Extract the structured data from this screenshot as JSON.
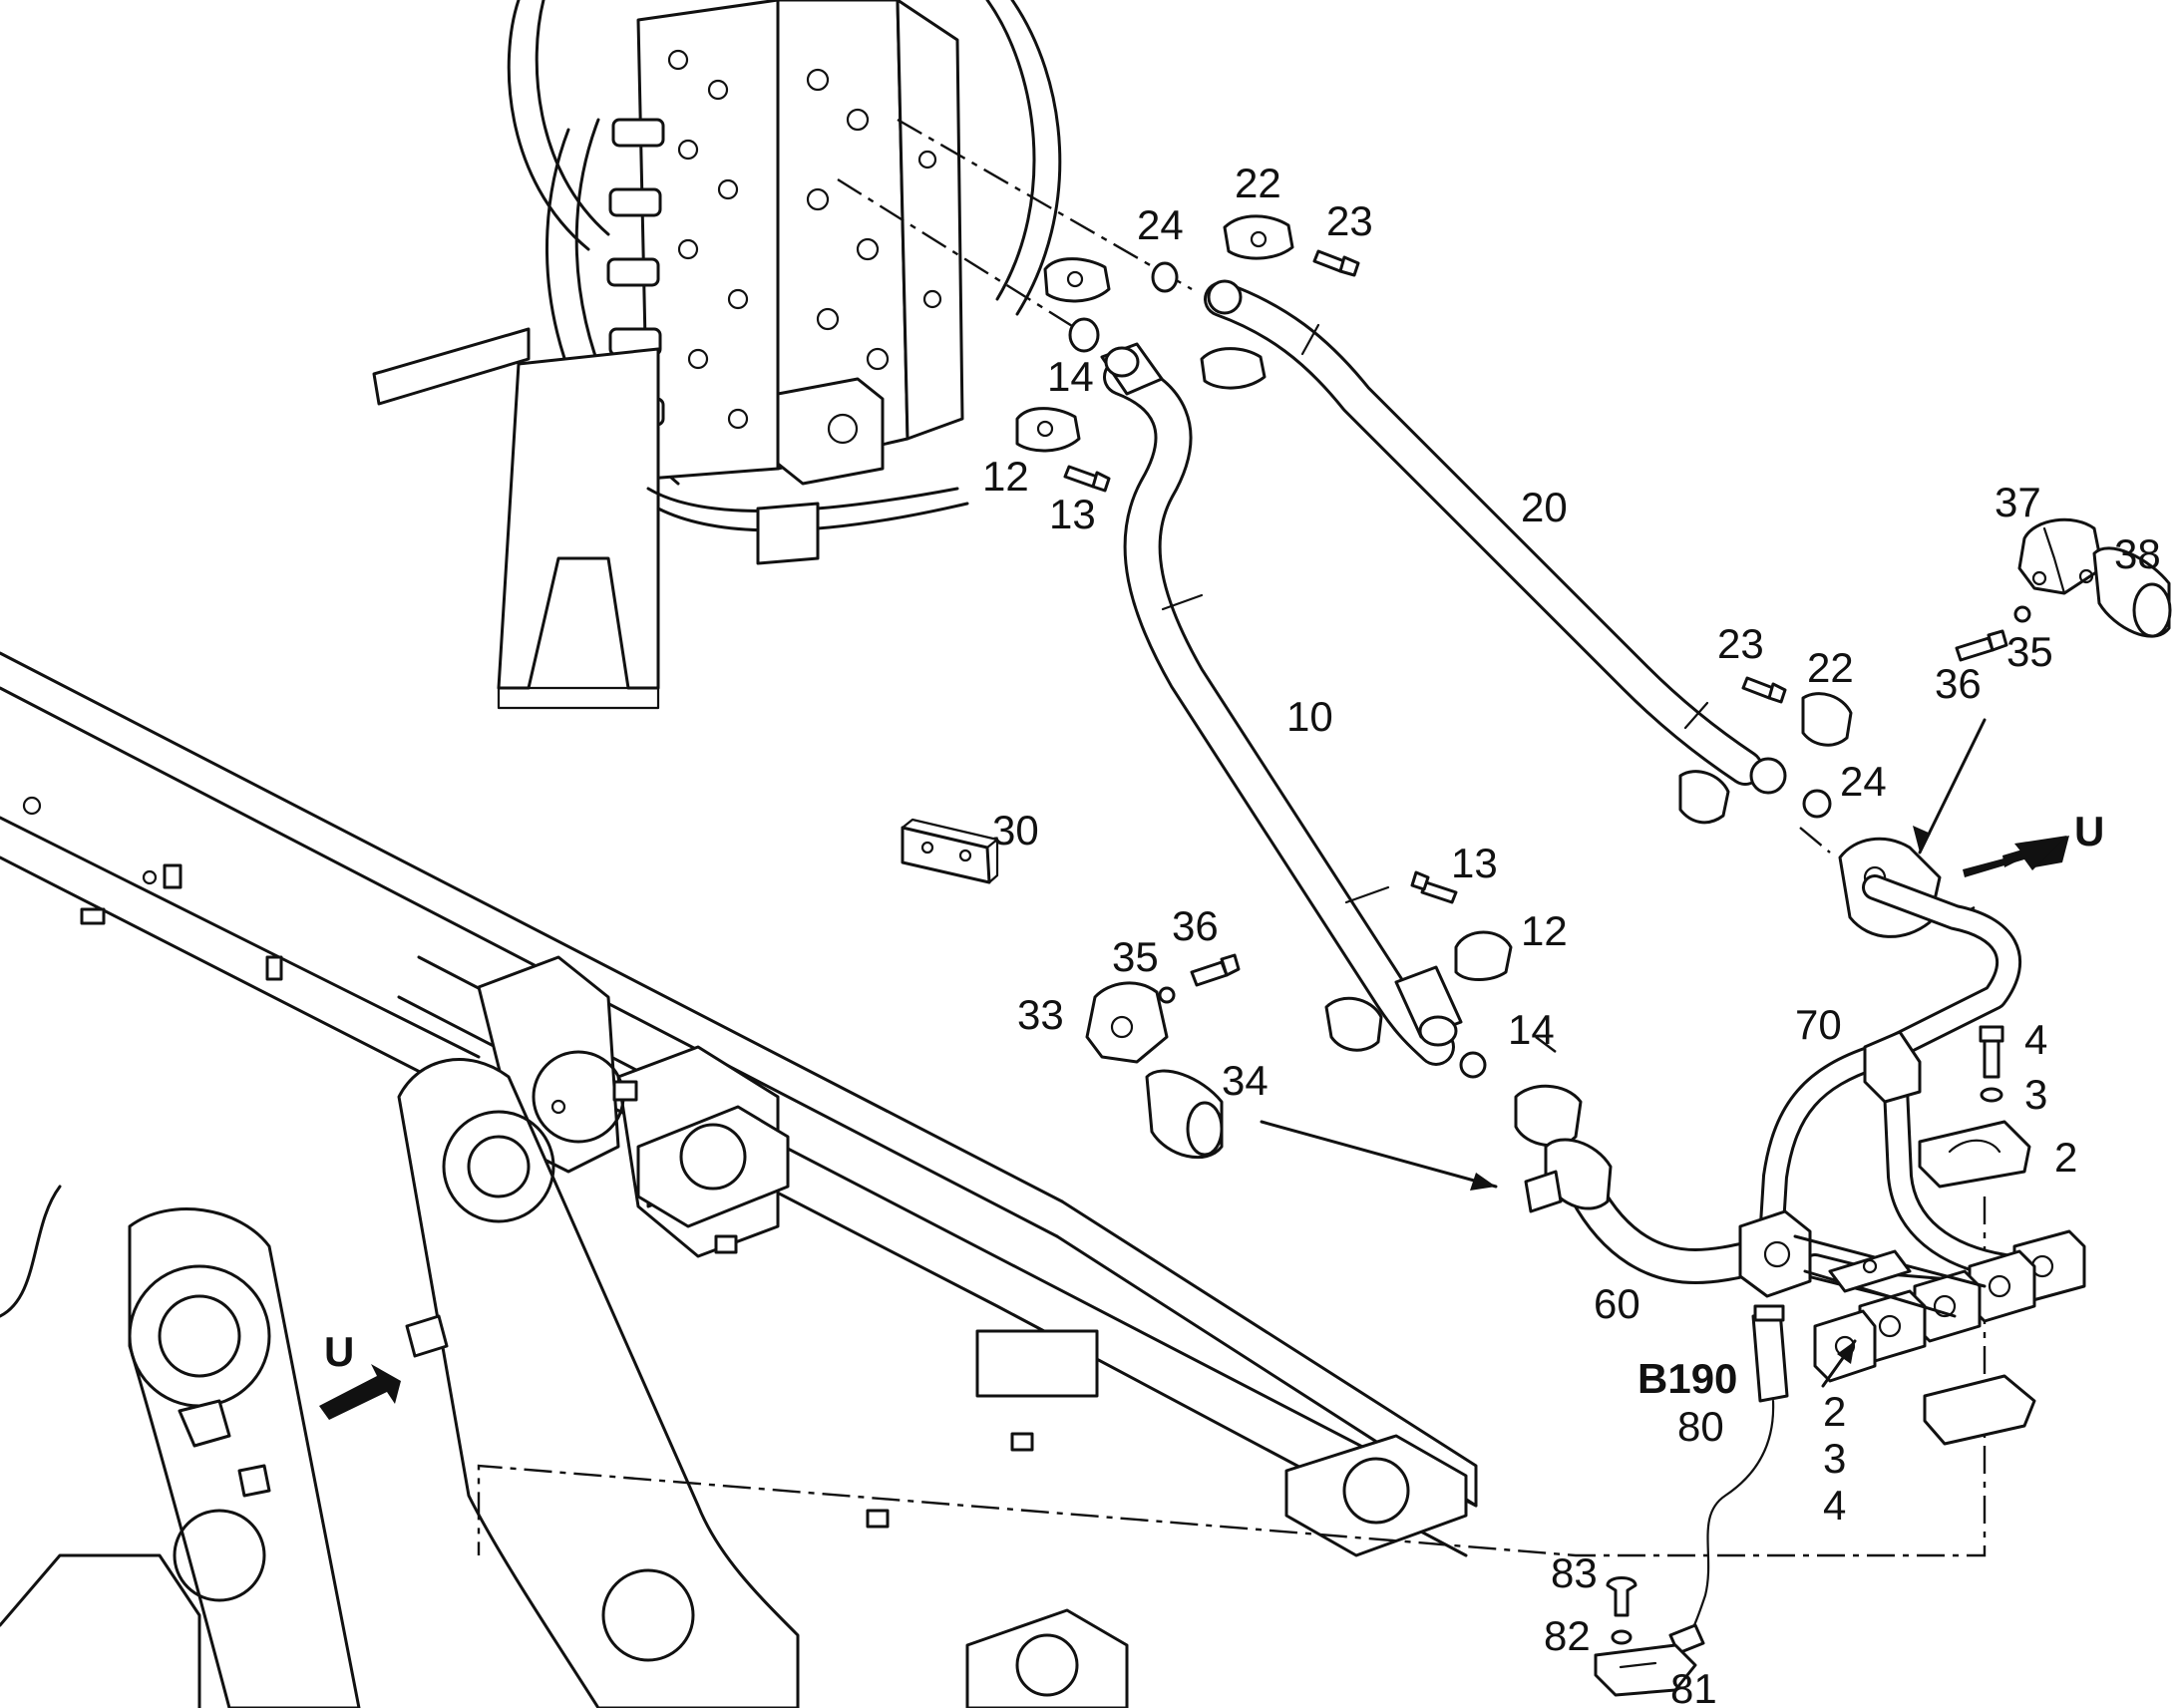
{
  "callouts": [
    {
      "id": "c24a",
      "text": "24"
    },
    {
      "id": "c22a",
      "text": "22"
    },
    {
      "id": "c23a",
      "text": "23"
    },
    {
      "id": "c14a",
      "text": "14"
    },
    {
      "id": "c12a",
      "text": "12"
    },
    {
      "id": "c13a",
      "text": "13"
    },
    {
      "id": "c20",
      "text": "20"
    },
    {
      "id": "c37",
      "text": "37"
    },
    {
      "id": "c38",
      "text": "38"
    },
    {
      "id": "c23b",
      "text": "23"
    },
    {
      "id": "c22b",
      "text": "22"
    },
    {
      "id": "c35a",
      "text": "35"
    },
    {
      "id": "c36a",
      "text": "36"
    },
    {
      "id": "c10",
      "text": "10"
    },
    {
      "id": "c24b",
      "text": "24"
    },
    {
      "id": "cUa",
      "text": "U"
    },
    {
      "id": "c30",
      "text": "30"
    },
    {
      "id": "c13b",
      "text": "13"
    },
    {
      "id": "c12b",
      "text": "12"
    },
    {
      "id": "c36b",
      "text": "36"
    },
    {
      "id": "c35b",
      "text": "35"
    },
    {
      "id": "c33",
      "text": "33"
    },
    {
      "id": "c14b",
      "text": "14"
    },
    {
      "id": "c70",
      "text": "70"
    },
    {
      "id": "c4a",
      "text": "4"
    },
    {
      "id": "c3a",
      "text": "3"
    },
    {
      "id": "c2a",
      "text": "2"
    },
    {
      "id": "c34",
      "text": "34"
    },
    {
      "id": "c60",
      "text": "60"
    },
    {
      "id": "cUb",
      "text": "U"
    },
    {
      "id": "cB190",
      "text": "B190"
    },
    {
      "id": "c80",
      "text": "80"
    },
    {
      "id": "c2b",
      "text": "2"
    },
    {
      "id": "c3b",
      "text": "3"
    },
    {
      "id": "c4b",
      "text": "4"
    },
    {
      "id": "c83",
      "text": "83"
    },
    {
      "id": "c82",
      "text": "82"
    },
    {
      "id": "c81",
      "text": "81"
    }
  ]
}
